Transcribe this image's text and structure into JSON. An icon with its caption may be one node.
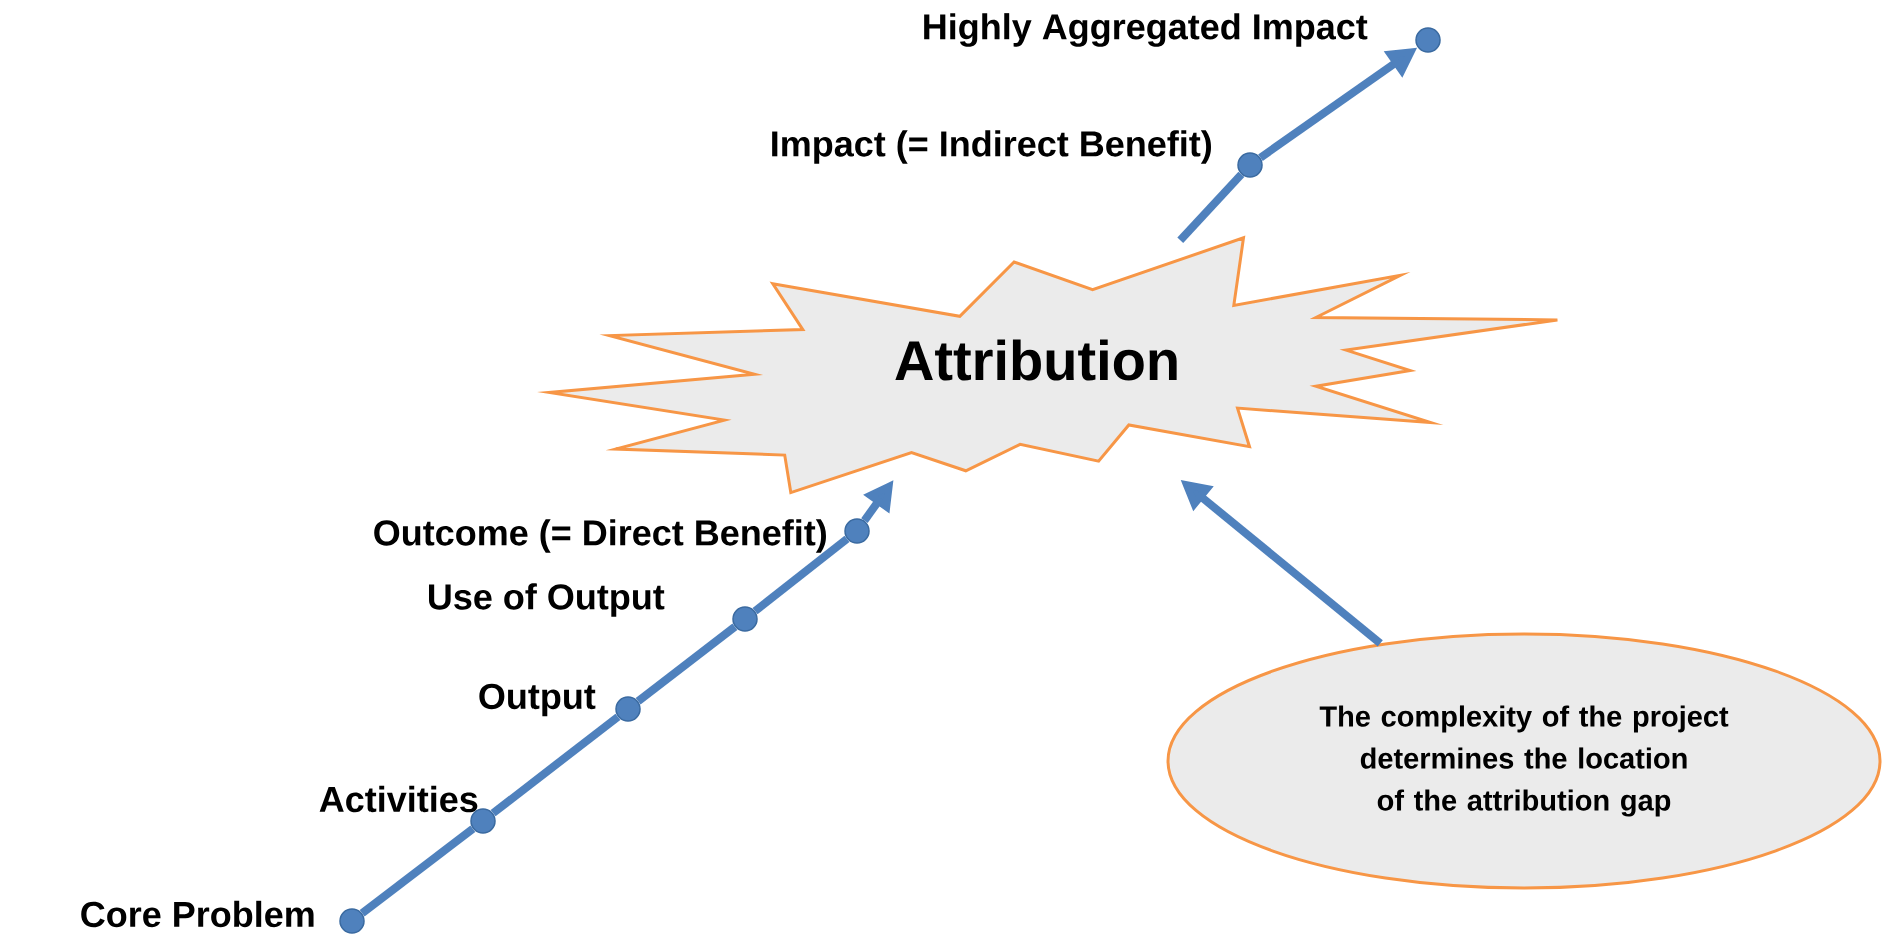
{
  "diagram": {
    "nodes": [
      {
        "text": [],
        "shape": "circle",
        "beside": [
          "Highly Aggregated Impact"
        ]
      },
      {
        "text": [],
        "shape": "circle",
        "beside": [
          "Impact (= Indirect Benefit)"
        ]
      },
      {
        "text": [
          "Attribution"
        ]
      },
      {
        "text": [],
        "shape": "circle",
        "beside": [
          "Outcome (= Direct Benefit)"
        ]
      },
      {
        "text": [],
        "shape": "circle",
        "beside": [
          "Use of Output"
        ]
      },
      {
        "text": [],
        "shape": "circle",
        "beside": [
          "Output"
        ]
      },
      {
        "text": [
          "The complexity of the project determines the location of the attribution gap"
        ]
      },
      {
        "text": [],
        "shape": "circle",
        "beside": [
          "Activities"
        ]
      },
      {
        "text": [],
        "shape": "circle",
        "beside": [
          "Core Problem"
        ]
      }
    ],
    "edges": [
      {
        "from": 8,
        "to": 7,
        "arrow": "none"
      },
      {
        "from": 7,
        "to": 5,
        "arrow": "none"
      },
      {
        "from": 5,
        "to": 4,
        "arrow": "none"
      },
      {
        "from": 4,
        "to": 3,
        "arrow": "none"
      },
      {
        "from": 3,
        "to": 2,
        "arrow": "to"
      },
      {
        "from": 2,
        "to": 1,
        "arrow": "none"
      },
      {
        "from": 1,
        "to": 0,
        "arrow": "to"
      },
      {
        "from": 6,
        "to": 2,
        "arrow": "to"
      }
    ]
  }
}
